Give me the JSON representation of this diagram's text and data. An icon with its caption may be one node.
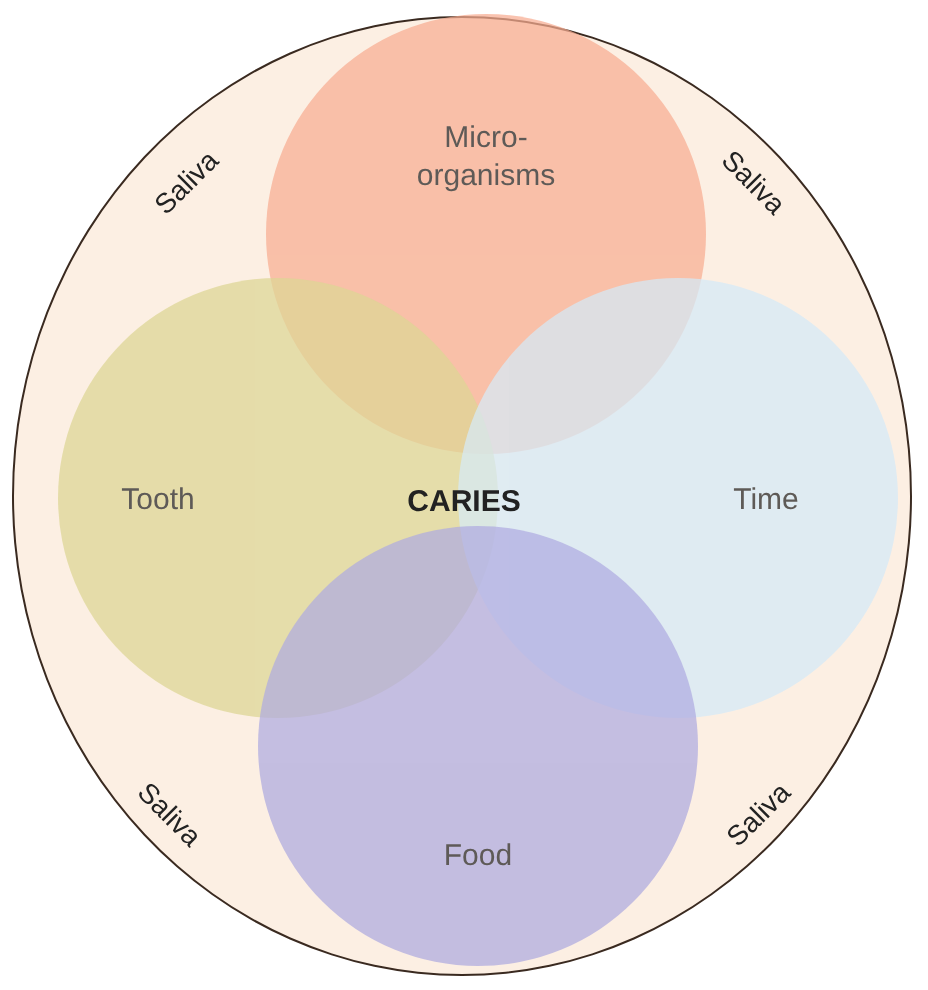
{
  "diagram": {
    "nodes": [
      {
        "text": [
          "Saliva",
          "Saliva",
          "Saliva",
          "Saliva"
        ]
      },
      {
        "text": [
          "Micro- organisms"
        ],
        "in": 0
      },
      {
        "text": [
          "Tooth"
        ],
        "in": 0
      },
      {
        "text": [
          "Time"
        ],
        "in": 0
      },
      {
        "text": [
          "Food"
        ],
        "in": 0
      }
    ],
    "labels": [
      "CARIES"
    ]
  }
}
